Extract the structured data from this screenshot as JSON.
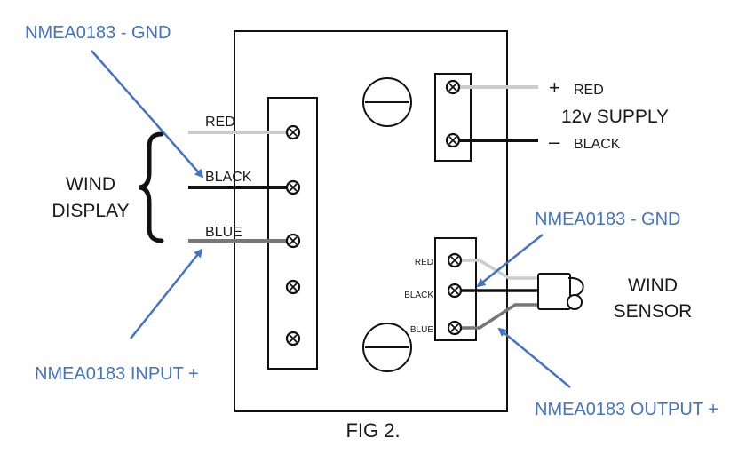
{
  "figure_caption": "FIG 2.",
  "wind_display": {
    "line1": "WIND",
    "line2": "DISPLAY",
    "wires": [
      {
        "label": "RED",
        "color": "#cccccc"
      },
      {
        "label": "BLACK",
        "color": "#111111"
      },
      {
        "label": "BLUE",
        "color": "#777777"
      }
    ]
  },
  "supply": {
    "plus_sign": "+",
    "plus_label": "RED",
    "title": "12v SUPPLY",
    "minus_sign": "–",
    "minus_label": "BLACK"
  },
  "wind_sensor": {
    "line1": "WIND",
    "line2": "SENSOR",
    "terminal_labels": [
      "RED",
      "BLACK",
      "BLUE"
    ]
  },
  "annotations": {
    "display_gnd": "NMEA0183 - GND",
    "display_input": "NMEA0183 INPUT +",
    "sensor_gnd": "NMEA0183 - GND",
    "sensor_output": "NMEA0183 OUTPUT +",
    "color": "#4472c4"
  }
}
